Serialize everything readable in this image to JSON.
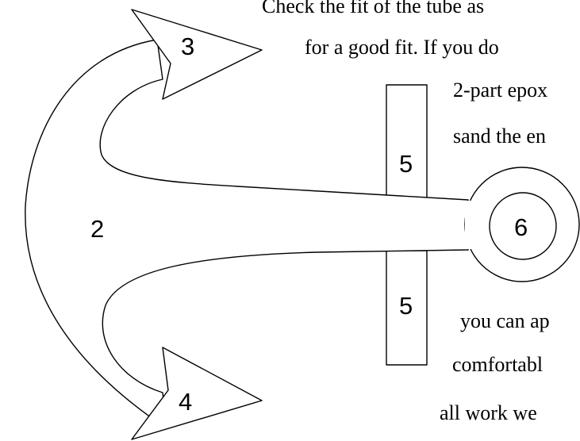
{
  "diagram": {
    "labels": {
      "curved_arm": "2",
      "upper_fluke": "3",
      "lower_fluke": "4",
      "stock_upper": "5",
      "stock_lower": "5",
      "ring": "6"
    },
    "text_upper": [
      "Check the fit of the tube as",
      "for a good fit. If you do",
      "2-part epox",
      "sand the en"
    ],
    "text_lower": [
      "you can ap",
      "comfortabl",
      "all work we"
    ]
  }
}
